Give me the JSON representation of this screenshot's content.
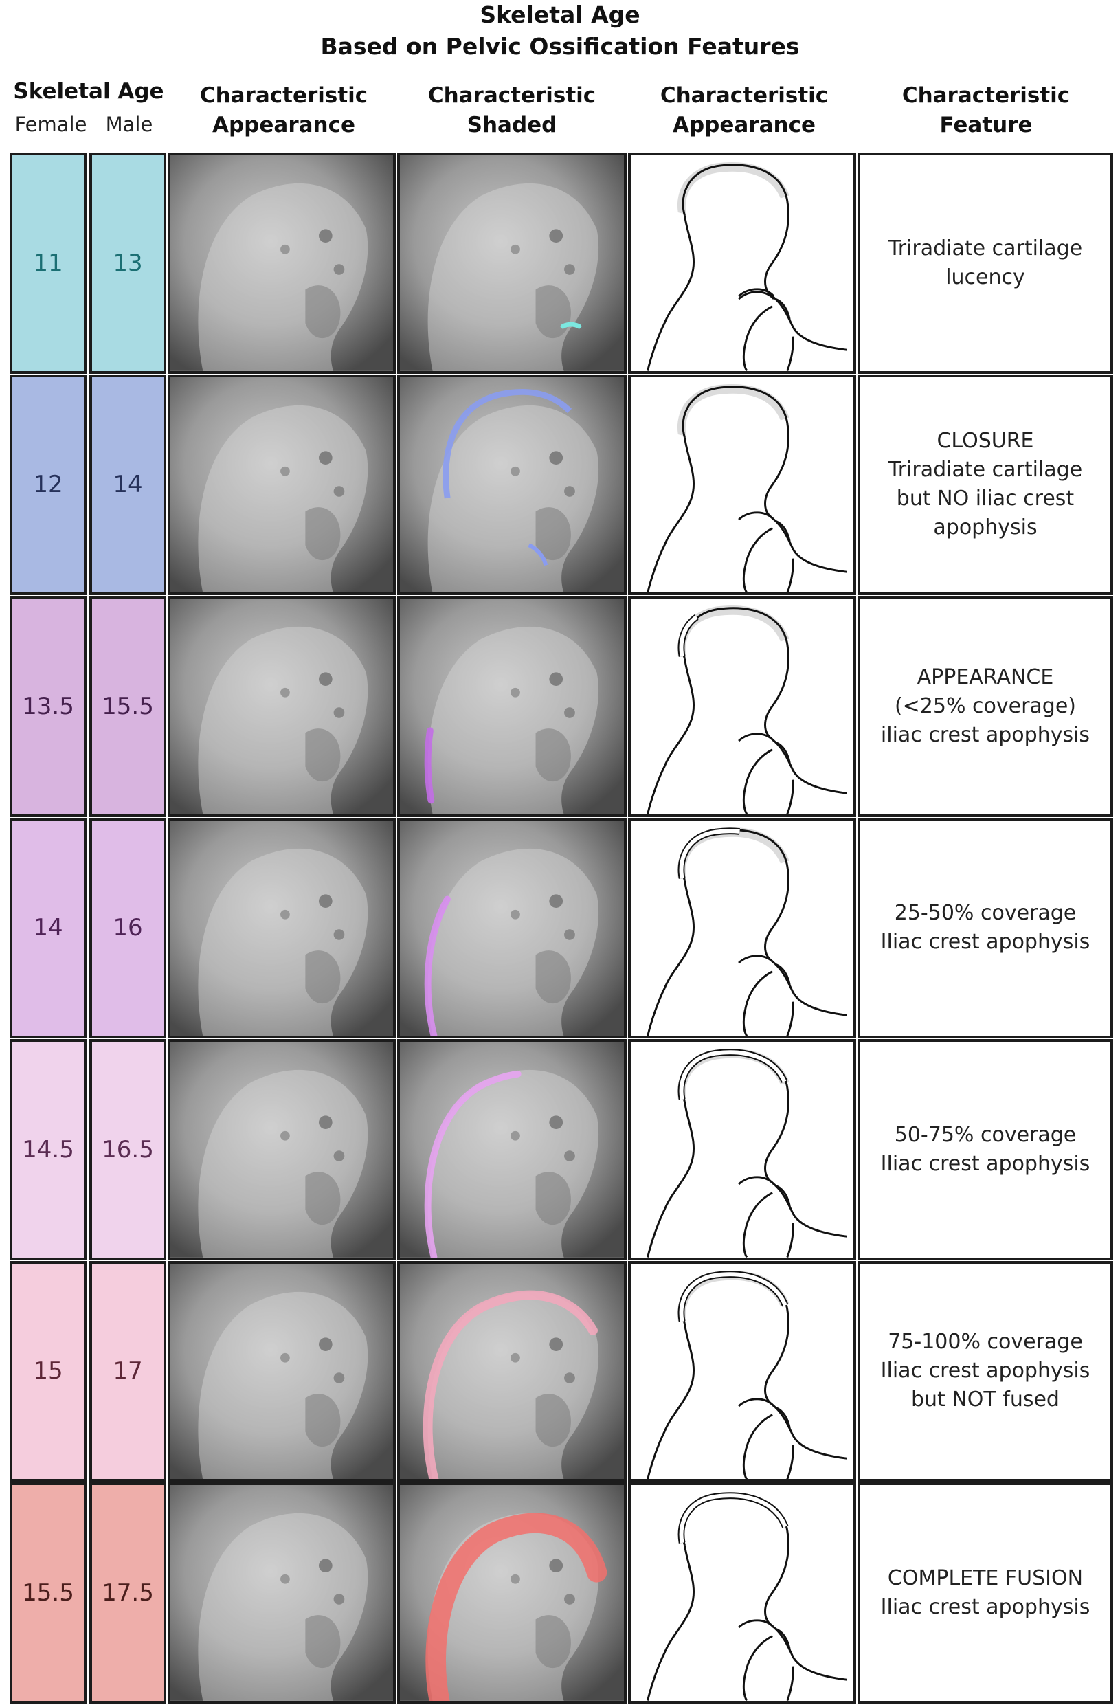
{
  "title": [
    "Skeletal Age",
    "Based on Pelvic Ossification Features"
  ],
  "headers": {
    "skeletal_age": "Skeletal Age",
    "female": "Female",
    "male": "Male",
    "col_appearance": [
      "Characteristic",
      "Appearance"
    ],
    "col_shaded": [
      "Characteristic",
      "Shaded"
    ],
    "col_appearance2": [
      "Characteristic",
      "Appearance"
    ],
    "col_feature": [
      "Characteristic",
      "Feature"
    ]
  },
  "rows": [
    {
      "female": "11",
      "male": "13",
      "age_bg": "#a9dbe3",
      "age_color": "#1b6f73",
      "shade_color": "#7ce8e0",
      "coverage": 0,
      "feature": [
        "Triradiate cartilage",
        "lucency"
      ]
    },
    {
      "female": "12",
      "male": "14",
      "age_bg": "#a9b9e3",
      "age_color": "#26315a",
      "shade_color": "#8a9cf0",
      "coverage": 0,
      "feature": [
        "CLOSURE",
        "Triradiate cartilage",
        "but NO iliac crest",
        "apophysis"
      ]
    },
    {
      "female": "13.5",
      "male": "15.5",
      "age_bg": "#d8b4df",
      "age_color": "#45204d",
      "shade_color": "#c26ee6",
      "coverage": 0.2,
      "feature": [
        "APPEARANCE",
        "(<25% coverage)",
        "iliac crest apophysis"
      ]
    },
    {
      "female": "14",
      "male": "16",
      "age_bg": "#e0bde8",
      "age_color": "#4f2356",
      "shade_color": "#d88ef0",
      "coverage": 0.4,
      "feature": [
        "25-50% coverage",
        "Iliac crest apophysis"
      ]
    },
    {
      "female": "14.5",
      "male": "16.5",
      "age_bg": "#f0d3ec",
      "age_color": "#5a2c52",
      "shade_color": "#e6a3f0",
      "coverage": 0.65,
      "feature": [
        "50-75% coverage",
        "Iliac crest apophysis"
      ]
    },
    {
      "female": "15",
      "male": "17",
      "age_bg": "#f5cddd",
      "age_color": "#5c2636",
      "shade_color": "#f2a8bd",
      "coverage": 0.9,
      "feature": [
        "75-100% coverage",
        "Iliac crest apophysis",
        "but NOT fused"
      ]
    },
    {
      "female": "15.5",
      "male": "17.5",
      "age_bg": "#eeaeaa",
      "age_color": "#4a1e1c",
      "shade_color": "#f2706c",
      "coverage": 1.0,
      "feature": [
        "COMPLETE FUSION",
        "Iliac crest apophysis"
      ]
    }
  ]
}
